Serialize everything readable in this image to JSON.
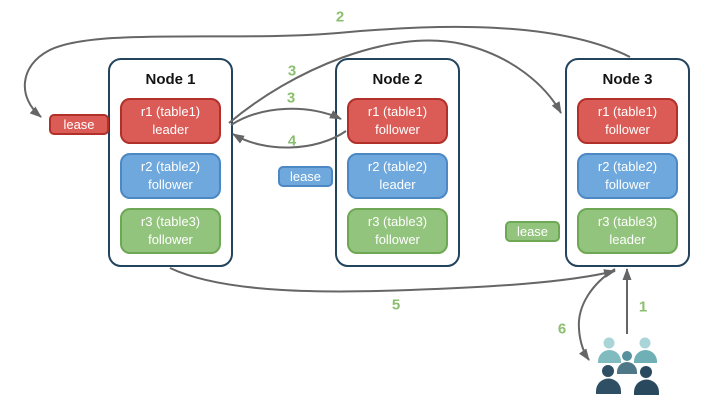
{
  "diagram": {
    "colors": {
      "node_border": "#23445d",
      "red_fill": "#db5c57",
      "red_border": "#b1302a",
      "blue_fill": "#6fa8dc",
      "blue_border": "#4d88c5",
      "green_fill": "#93c47d",
      "green_border": "#6fa854",
      "arrow": "#666666",
      "step_label": "#8abf6f"
    },
    "nodes": [
      {
        "title": "Node 1",
        "replicas": [
          {
            "name": "r1 (table1)",
            "role": "leader",
            "color": "red"
          },
          {
            "name": "r2 (table2)",
            "role": "follower",
            "color": "blue"
          },
          {
            "name": "r3 (table3)",
            "role": "follower",
            "color": "green"
          }
        ]
      },
      {
        "title": "Node 2",
        "replicas": [
          {
            "name": "r1 (table1)",
            "role": "follower",
            "color": "red"
          },
          {
            "name": "r2 (table2)",
            "role": "leader",
            "color": "blue"
          },
          {
            "name": "r3 (table3)",
            "role": "follower",
            "color": "green"
          }
        ]
      },
      {
        "title": "Node 3",
        "replicas": [
          {
            "name": "r1 (table1)",
            "role": "follower",
            "color": "red"
          },
          {
            "name": "r2 (table2)",
            "role": "follower",
            "color": "blue"
          },
          {
            "name": "r3 (table3)",
            "role": "leader",
            "color": "green"
          }
        ]
      }
    ],
    "leases": [
      {
        "label": "lease",
        "color": "red"
      },
      {
        "label": "lease",
        "color": "blue"
      },
      {
        "label": "lease",
        "color": "green"
      }
    ],
    "steps": {
      "step1": "1",
      "step2": "2",
      "step3a": "3",
      "step3b": "3",
      "step4": "4",
      "step5": "5",
      "step6": "6"
    },
    "icons": {
      "users": "user-group-icon"
    }
  }
}
